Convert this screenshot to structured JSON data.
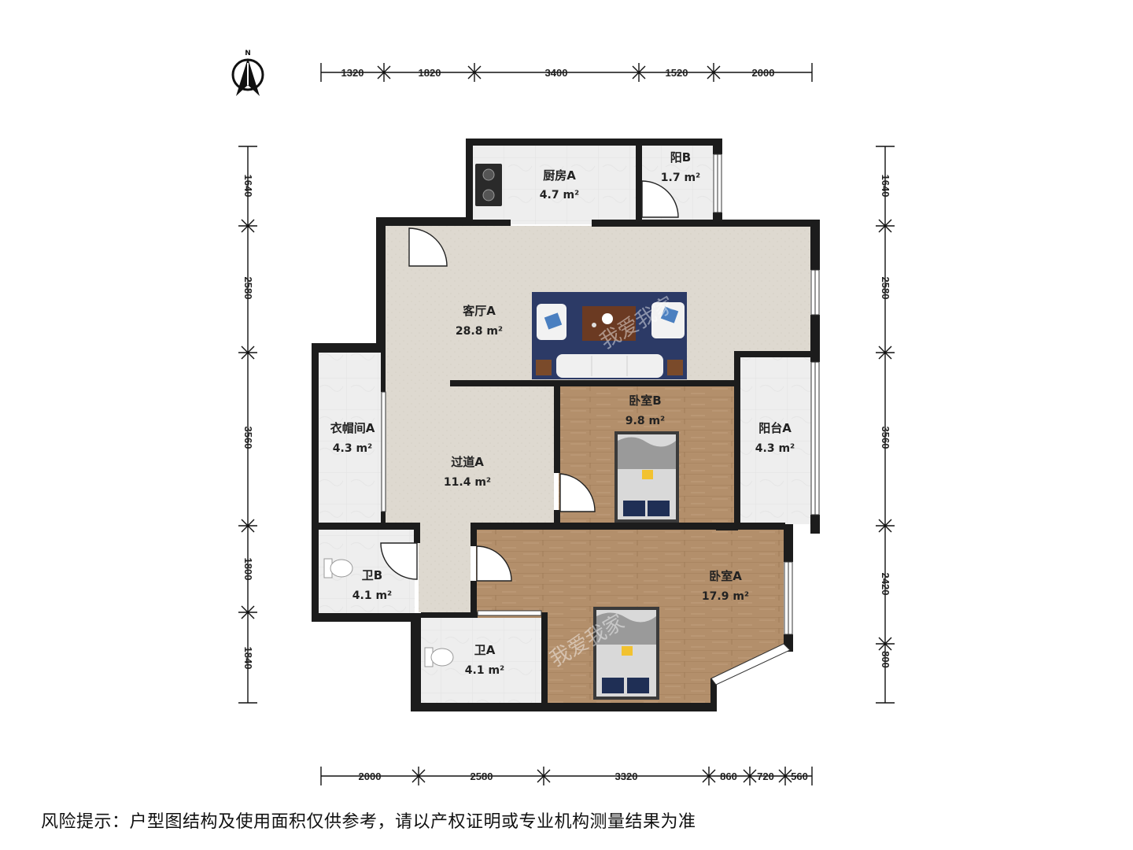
{
  "compass": {
    "label": "N",
    "icon": "north-arrow-icon"
  },
  "dimensions": {
    "top": [
      "1320",
      "1820",
      "3400",
      "1520",
      "2000"
    ],
    "bottom": [
      "2000",
      "2580",
      "3320",
      "860",
      "720",
      "560"
    ],
    "left": [
      "1640",
      "2580",
      "3560",
      "1800",
      "1840"
    ],
    "right": [
      "1640",
      "2580",
      "3560",
      "2420",
      "800"
    ]
  },
  "rooms": {
    "kitchen": {
      "name": "厨房A",
      "area": "4.7 m²"
    },
    "balcony_b": {
      "name": "阳B",
      "area": "1.7 m²"
    },
    "living": {
      "name": "客厅A",
      "area": "28.8 m²"
    },
    "cloakroom": {
      "name": "衣帽间A",
      "area": "4.3 m²"
    },
    "hallway": {
      "name": "过道A",
      "area": "11.4 m²"
    },
    "bedroom_b": {
      "name": "卧室B",
      "area": "9.8 m²"
    },
    "balcony_a": {
      "name": "阳台A",
      "area": "4.3 m²"
    },
    "bath_b": {
      "name": "卫B",
      "area": "4.1 m²"
    },
    "bedroom_a": {
      "name": "卧室A",
      "area": "17.9 m²"
    },
    "bath_a": {
      "name": "卫A",
      "area": "4.1 m²"
    }
  },
  "watermark": "我爱我家",
  "disclaimer": "风险提示：户型图结构及使用面积仅供参考，请以产权证明或专业机构测量结果为准",
  "colors": {
    "wall": "#1c1c1c",
    "living_floor": "#ddd8cf",
    "tile_floor": "#eeeeee",
    "wood_floor": "#b08d6a"
  }
}
